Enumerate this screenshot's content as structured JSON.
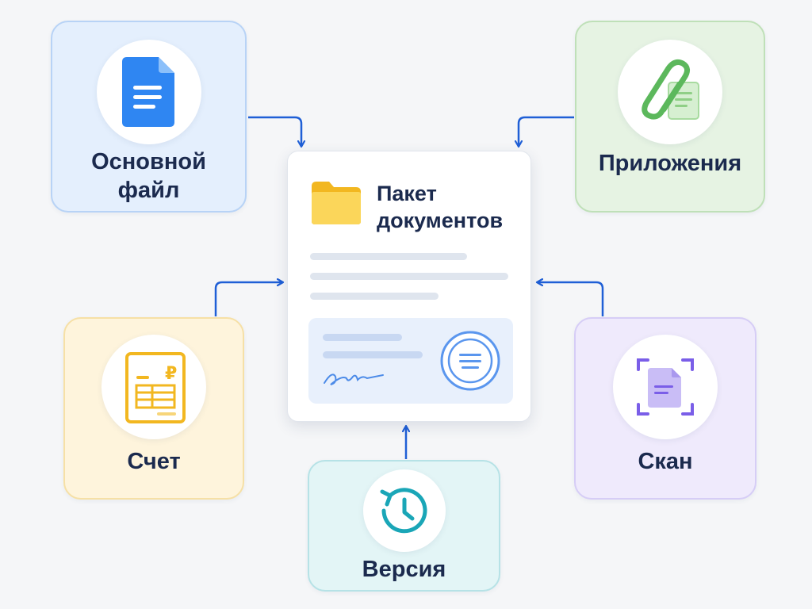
{
  "center": {
    "title_line1": "Пакет",
    "title_line2": "документов",
    "icon": "folder-icon",
    "stamp_icon": "stamp-icon",
    "signature_icon": "signature-icon"
  },
  "nodes": {
    "main_file": {
      "label_line1": "Основной",
      "label_line2": "файл",
      "icon": "document-icon",
      "color": "#2f86f2"
    },
    "attachments": {
      "label": "Приложения",
      "icon": "paperclip-icon",
      "color": "#5cb85c"
    },
    "invoice": {
      "label": "Счет",
      "icon": "invoice-icon",
      "color": "#f2b720"
    },
    "scan": {
      "label": "Скан",
      "icon": "scan-icon",
      "color": "#7a5ee8"
    },
    "version": {
      "label": "Версия",
      "icon": "history-clock-icon",
      "color": "#1aa6b7"
    }
  },
  "colors": {
    "arrow": "#1f5fd6",
    "text": "#1b2a4e",
    "background": "#f5f6f8"
  }
}
